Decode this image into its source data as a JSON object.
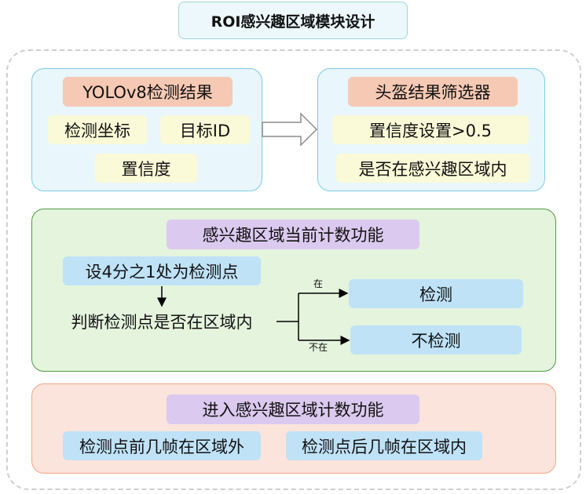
{
  "title": "ROI感兴趣区域模块设计",
  "yolo_panel": {
    "header": "YOLOv8检测结果",
    "items": [
      "检测坐标",
      "目标ID",
      "置信度"
    ]
  },
  "filter_panel": {
    "header": "头盔结果筛选器",
    "items": [
      "置信度设置>0.5",
      "是否在感兴趣区域内"
    ]
  },
  "current_count_panel": {
    "header": "感兴趣区域当前计数功能",
    "step1": "设4分之1处为检测点",
    "step2": "判断检测点是否在区域内",
    "branch_yes_label": "在",
    "branch_no_label": "不在",
    "result_yes": "检测",
    "result_no": "不检测"
  },
  "enter_count_panel": {
    "header": "进入感兴趣区域计数功能",
    "items": [
      "检测点前几帧在区域外",
      "检测点后几帧在区域内"
    ]
  }
}
